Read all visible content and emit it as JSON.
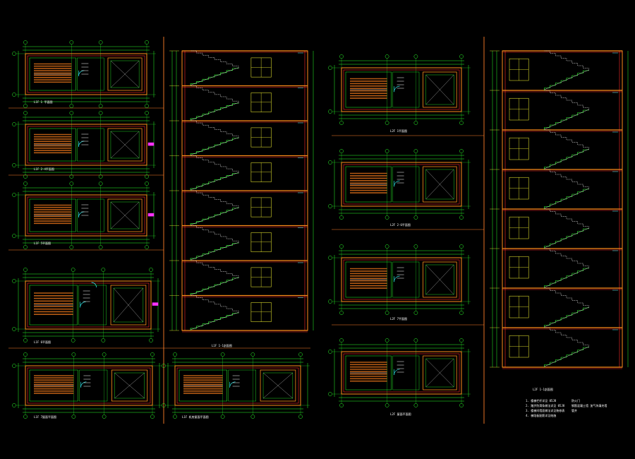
{
  "drawing": {
    "background": "#000000",
    "colors": {
      "wall_orange": "#ff8c1a",
      "wall_red": "#ff2a2a",
      "dim_green": "#2bff2b",
      "axis_yellow": "#ffff33",
      "door_cyan": "#33ffff",
      "stair_brown": "#b45a14",
      "detail_white": "#ffffff",
      "accent_magenta": "#ff33ff",
      "sheet_divider": "#ff7f27"
    },
    "left_plans": [
      {
        "id": "plan-1",
        "caption": "L1F 1 平面图"
      },
      {
        "id": "plan-2",
        "caption": "L1F 2-4平面图"
      },
      {
        "id": "plan-3",
        "caption": "L1F 5平面图"
      },
      {
        "id": "plan-4",
        "caption": "L1F 6平面图"
      },
      {
        "id": "plan-5",
        "caption": "L1F 7屋面平面图"
      },
      {
        "id": "plan-6",
        "caption": "L1F 机房屋面平面图"
      }
    ],
    "left_section_caption": "L1F 1-1剖面图",
    "right_plans": [
      {
        "id": "rplan-1",
        "caption": "L2F 1平面图"
      },
      {
        "id": "rplan-2",
        "caption": "L2F 2-6平面图"
      },
      {
        "id": "rplan-3",
        "caption": "L2F 7平面图"
      },
      {
        "id": "rplan-4",
        "caption": "L2F 屋面平面图"
      }
    ],
    "right_section_caption": "L2F 1-1剖面图",
    "notes": [
      "1. 楼梯栏杆详见 05J8",
      "2. 踏步防滑条做法详见 05J8",
      "3. 楼梯间墙面做法详见装修表",
      "4. 梯段板配筋详见结施"
    ],
    "legend": [
      "防火门",
      "钢筋混凝土墙 加气块填充墙",
      "管井"
    ]
  }
}
